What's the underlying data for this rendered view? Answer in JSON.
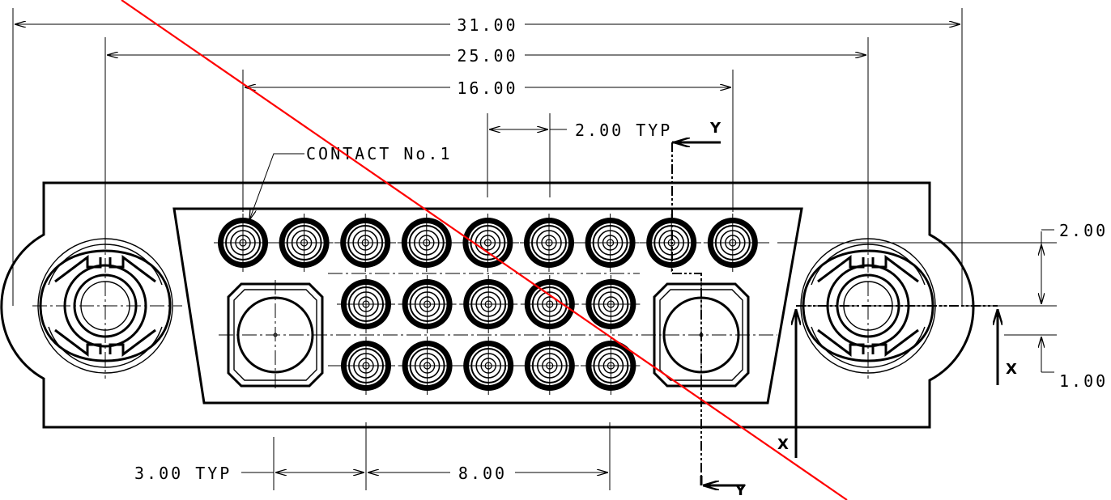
{
  "dimensions": {
    "overall_width": "31.00",
    "mount_hole_spacing": "25.00",
    "contact_span": "16.00",
    "contact_pitch": "2.00 TYP",
    "row_offset_top": "2.00",
    "row_offset_bottom": "1.00",
    "large_pitch": "3.00 TYP",
    "coax_spacing": "8.00"
  },
  "callouts": {
    "contact_one": "CONTACT No.1"
  },
  "sections": {
    "y_top": "Y",
    "y_bottom": "Y",
    "x_left": "X",
    "x_right": "X"
  },
  "contacts": {
    "top_row_count": 9,
    "middle_row_count": 5,
    "bottom_row_count": 5,
    "large_contact_count": 2
  }
}
